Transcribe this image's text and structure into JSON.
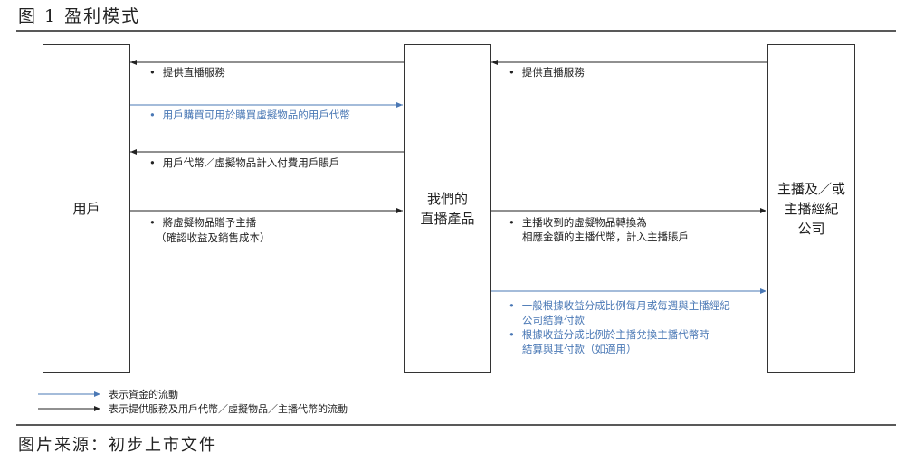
{
  "title": "图 1 盈利模式",
  "source": "图片来源：初步上市文件",
  "nodes": {
    "user": "用戶",
    "product_line1": "我們的",
    "product_line2": "直播產品",
    "anchor_line1": "主播及／或",
    "anchor_line2": "主播經紀",
    "anchor_line3": "公司"
  },
  "left_flows": [
    {
      "text": "提供直播服務",
      "direction": "to-user",
      "type": "service"
    },
    {
      "text": "用戶購買可用於購買虛擬物品的用戶代幣",
      "direction": "to-product",
      "type": "fund"
    },
    {
      "text": "用戶代幣／虛擬物品計入付費用戶賬戶",
      "direction": "to-user",
      "type": "service"
    },
    {
      "text": "將虛擬物品贈予主播",
      "text2": "（確認收益及銷售成本）",
      "direction": "to-product",
      "type": "service"
    }
  ],
  "right_flows": [
    {
      "text": "提供直播服務",
      "direction": "to-product",
      "type": "service"
    },
    {
      "text": "主播收到的虛擬物品轉換為",
      "text2": "相應金額的主播代幣，計入主播賬戶",
      "direction": "to-anchor",
      "type": "service"
    },
    {
      "text": "一般根據收益分成比例每月或每週與主播經紀",
      "text2": "公司結算付款",
      "text3": "根據收益分成比例於主播兌換主播代幣時",
      "text4": "結算與其付款（如適用）",
      "direction": "to-anchor",
      "type": "fund"
    }
  ],
  "legend": {
    "fund": "表示資金的流動",
    "service": "表示提供服務及用戶代幣／虛擬物品／主播代幣的流動"
  },
  "colors": {
    "fund": "#4a78b5",
    "service": "#222222"
  }
}
